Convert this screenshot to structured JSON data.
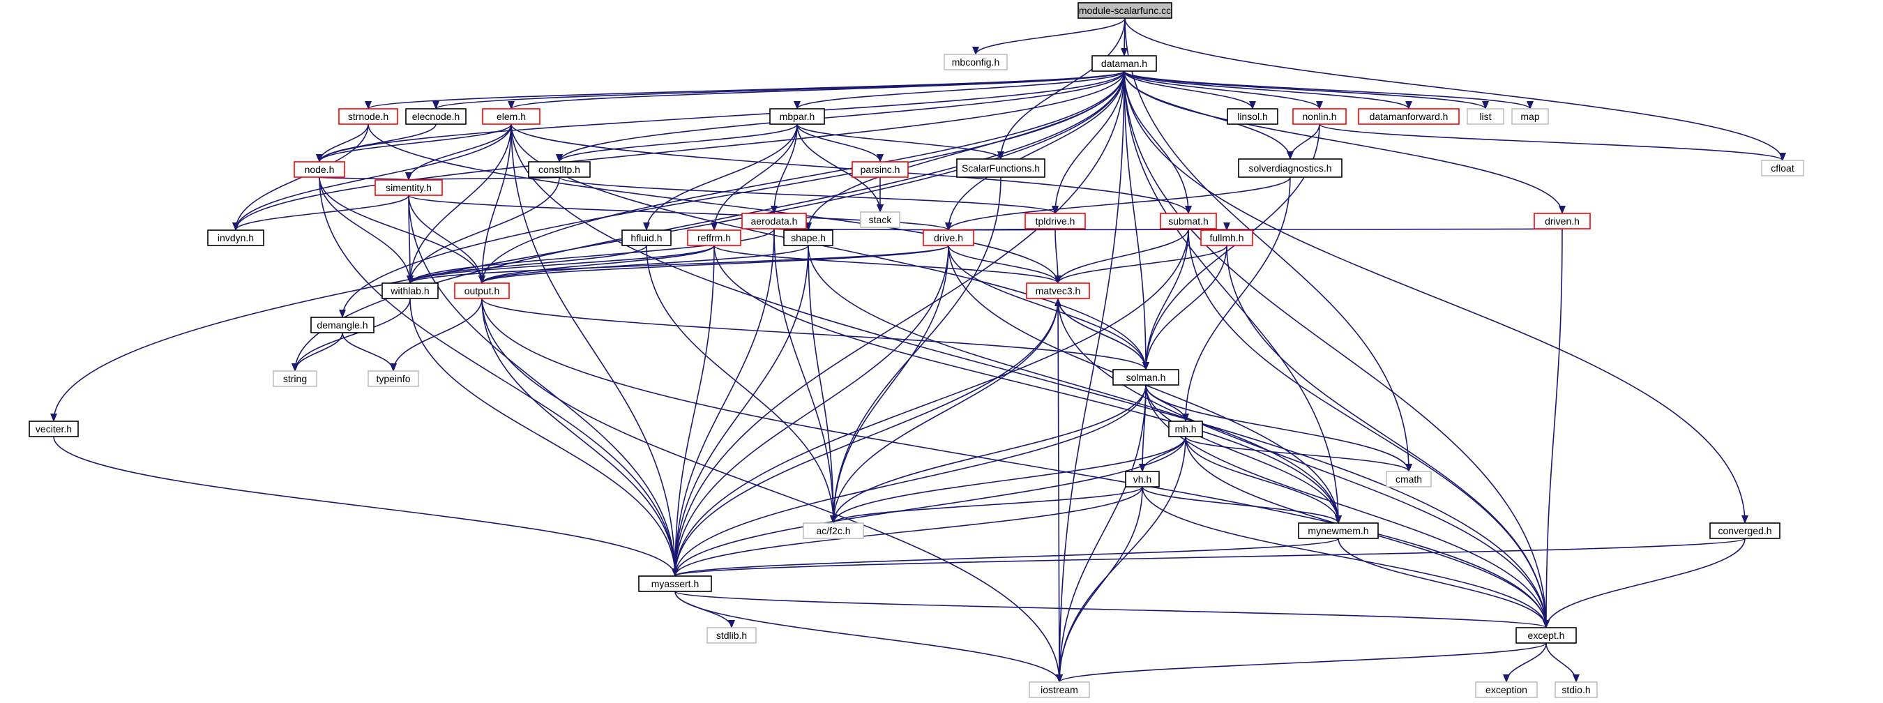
{
  "graph": {
    "colors": {
      "edge": "#191970",
      "node_fill": "#ffffff",
      "root_fill": "#bfbfbf",
      "border_normal": "#000000",
      "border_truncated": "#ff0000",
      "border_external": "#bfbfbf",
      "text": "#000000"
    },
    "nodes": [
      {
        "id": "n_module",
        "label": "module-scalarfunc.cc",
        "style": "root"
      },
      {
        "id": "n_mbconfig",
        "label": "mbconfig.h",
        "style": "external"
      },
      {
        "id": "n_dataman",
        "label": "dataman.h",
        "style": "normal"
      },
      {
        "id": "n_strnode",
        "label": "strnode.h",
        "style": "truncated"
      },
      {
        "id": "n_elecnode",
        "label": "elecnode.h",
        "style": "normal"
      },
      {
        "id": "n_elem",
        "label": "elem.h",
        "style": "truncated"
      },
      {
        "id": "n_mbpar",
        "label": "mbpar.h",
        "style": "normal"
      },
      {
        "id": "n_linsol",
        "label": "linsol.h",
        "style": "normal"
      },
      {
        "id": "n_nonlin",
        "label": "nonlin.h",
        "style": "truncated"
      },
      {
        "id": "n_datamanforward",
        "label": "datamanforward.h",
        "style": "truncated"
      },
      {
        "id": "n_list",
        "label": "list",
        "style": "external"
      },
      {
        "id": "n_map",
        "label": "map",
        "style": "external"
      },
      {
        "id": "n_cfloat",
        "label": "cfloat",
        "style": "external"
      },
      {
        "id": "n_node",
        "label": "node.h",
        "style": "truncated"
      },
      {
        "id": "n_constltp",
        "label": "constltp.h",
        "style": "normal"
      },
      {
        "id": "n_parsinc",
        "label": "parsinc.h",
        "style": "truncated"
      },
      {
        "id": "n_scalarfunctions",
        "label": "ScalarFunctions.h",
        "style": "normal"
      },
      {
        "id": "n_solverdiag",
        "label": "solverdiagnostics.h",
        "style": "normal"
      },
      {
        "id": "n_stack",
        "label": "stack",
        "style": "external"
      },
      {
        "id": "n_simentity",
        "label": "simentity.h",
        "style": "truncated"
      },
      {
        "id": "n_aerodata",
        "label": "aerodata.h",
        "style": "truncated"
      },
      {
        "id": "n_tpldrive",
        "label": "tpldrive.h",
        "style": "truncated"
      },
      {
        "id": "n_submat",
        "label": "submat.h",
        "style": "truncated"
      },
      {
        "id": "n_driven",
        "label": "driven.h",
        "style": "truncated"
      },
      {
        "id": "n_invdyn",
        "label": "invdyn.h",
        "style": "normal"
      },
      {
        "id": "n_hfluid",
        "label": "hfluid.h",
        "style": "normal"
      },
      {
        "id": "n_reffrm",
        "label": "reffrm.h",
        "style": "truncated"
      },
      {
        "id": "n_shape",
        "label": "shape.h",
        "style": "normal"
      },
      {
        "id": "n_drive",
        "label": "drive.h",
        "style": "truncated"
      },
      {
        "id": "n_fullmh",
        "label": "fullmh.h",
        "style": "truncated"
      },
      {
        "id": "n_demangle",
        "label": "demangle.h",
        "style": "normal"
      },
      {
        "id": "n_withlab",
        "label": "withlab.h",
        "style": "normal"
      },
      {
        "id": "n_output",
        "label": "output.h",
        "style": "truncated"
      },
      {
        "id": "n_matvec3",
        "label": "matvec3.h",
        "style": "truncated"
      },
      {
        "id": "n_string",
        "label": "string",
        "style": "external"
      },
      {
        "id": "n_typeinfo",
        "label": "typeinfo",
        "style": "external"
      },
      {
        "id": "n_solman",
        "label": "solman.h",
        "style": "normal"
      },
      {
        "id": "n_veciter",
        "label": "veciter.h",
        "style": "normal"
      },
      {
        "id": "n_mh",
        "label": "mh.h",
        "style": "normal"
      },
      {
        "id": "n_cmath",
        "label": "cmath",
        "style": "external"
      },
      {
        "id": "n_vh",
        "label": "vh.h",
        "style": "normal"
      },
      {
        "id": "n_acf2c",
        "label": "ac/f2c.h",
        "style": "external"
      },
      {
        "id": "n_mynewmem",
        "label": "mynewmem.h",
        "style": "normal"
      },
      {
        "id": "n_converged",
        "label": "converged.h",
        "style": "normal"
      },
      {
        "id": "n_myassert",
        "label": "myassert.h",
        "style": "normal"
      },
      {
        "id": "n_stdlib",
        "label": "stdlib.h",
        "style": "external"
      },
      {
        "id": "n_except",
        "label": "except.h",
        "style": "normal"
      },
      {
        "id": "n_iostream",
        "label": "iostream",
        "style": "external"
      },
      {
        "id": "n_exception",
        "label": "exception",
        "style": "external"
      },
      {
        "id": "n_stdio",
        "label": "stdio.h",
        "style": "external"
      }
    ],
    "edges": [
      [
        "n_module",
        "n_mbconfig"
      ],
      [
        "n_module",
        "n_dataman"
      ],
      [
        "n_module",
        "n_scalarfunctions"
      ],
      [
        "n_module",
        "n_cfloat"
      ],
      [
        "n_module",
        "n_cmath"
      ],
      [
        "n_dataman",
        "n_strnode"
      ],
      [
        "n_dataman",
        "n_elecnode"
      ],
      [
        "n_dataman",
        "n_elem"
      ],
      [
        "n_dataman",
        "n_mbpar"
      ],
      [
        "n_dataman",
        "n_linsol"
      ],
      [
        "n_dataman",
        "n_nonlin"
      ],
      [
        "n_dataman",
        "n_datamanforward"
      ],
      [
        "n_dataman",
        "n_list"
      ],
      [
        "n_dataman",
        "n_map"
      ],
      [
        "n_dataman",
        "n_node"
      ],
      [
        "n_dataman",
        "n_constltp"
      ],
      [
        "n_dataman",
        "n_solverdiag"
      ],
      [
        "n_dataman",
        "n_tpldrive"
      ],
      [
        "n_dataman",
        "n_submat"
      ],
      [
        "n_dataman",
        "n_driven"
      ],
      [
        "n_dataman",
        "n_invdyn"
      ],
      [
        "n_dataman",
        "n_shape"
      ],
      [
        "n_dataman",
        "n_drive"
      ],
      [
        "n_dataman",
        "n_demangle"
      ],
      [
        "n_dataman",
        "n_output"
      ],
      [
        "n_dataman",
        "n_string"
      ],
      [
        "n_dataman",
        "n_solman"
      ],
      [
        "n_dataman",
        "n_veciter"
      ],
      [
        "n_dataman",
        "n_mynewmem"
      ],
      [
        "n_dataman",
        "n_converged"
      ],
      [
        "n_dataman",
        "n_myassert"
      ],
      [
        "n_dataman",
        "n_except"
      ],
      [
        "n_dataman",
        "n_iostream"
      ],
      [
        "n_strnode",
        "n_node"
      ],
      [
        "n_strnode",
        "n_invdyn"
      ],
      [
        "n_strnode",
        "n_matvec3"
      ],
      [
        "n_elecnode",
        "n_node"
      ],
      [
        "n_elem",
        "n_node"
      ],
      [
        "n_elem",
        "n_simentity"
      ],
      [
        "n_elem",
        "n_invdyn"
      ],
      [
        "n_elem",
        "n_withlab"
      ],
      [
        "n_elem",
        "n_output"
      ],
      [
        "n_elem",
        "n_myassert"
      ],
      [
        "n_elem",
        "n_solman"
      ],
      [
        "n_elem",
        "n_submat"
      ],
      [
        "n_elem",
        "n_except"
      ],
      [
        "n_mbpar",
        "n_constltp"
      ],
      [
        "n_mbpar",
        "n_parsinc"
      ],
      [
        "n_mbpar",
        "n_scalarfunctions"
      ],
      [
        "n_mbpar",
        "n_stack"
      ],
      [
        "n_mbpar",
        "n_aerodata"
      ],
      [
        "n_mbpar",
        "n_hfluid"
      ],
      [
        "n_mbpar",
        "n_reffrm"
      ],
      [
        "n_nonlin",
        "n_solverdiag"
      ],
      [
        "n_nonlin",
        "n_cfloat"
      ],
      [
        "n_nonlin",
        "n_solman"
      ],
      [
        "n_node",
        "n_simentity"
      ],
      [
        "n_node",
        "n_withlab"
      ],
      [
        "n_node",
        "n_output"
      ],
      [
        "n_node",
        "n_myassert"
      ],
      [
        "n_constltp",
        "n_simentity"
      ],
      [
        "n_constltp",
        "n_withlab"
      ],
      [
        "n_constltp",
        "n_tpldrive"
      ],
      [
        "n_parsinc",
        "n_stack"
      ],
      [
        "n_scalarfunctions",
        "n_acf2c"
      ],
      [
        "n_solverdiag",
        "n_drive"
      ],
      [
        "n_solverdiag",
        "n_mh"
      ],
      [
        "n_simentity",
        "n_invdyn"
      ],
      [
        "n_simentity",
        "n_withlab"
      ],
      [
        "n_simentity",
        "n_output"
      ],
      [
        "n_simentity",
        "n_myassert"
      ],
      [
        "n_simentity",
        "n_drive"
      ],
      [
        "n_aerodata",
        "n_shape"
      ],
      [
        "n_aerodata",
        "n_drive"
      ],
      [
        "n_aerodata",
        "n_withlab"
      ],
      [
        "n_aerodata",
        "n_myassert"
      ],
      [
        "n_aerodata",
        "n_acf2c"
      ],
      [
        "n_tpldrive",
        "n_drive"
      ],
      [
        "n_tpldrive",
        "n_matvec3"
      ],
      [
        "n_submat",
        "n_fullmh"
      ],
      [
        "n_submat",
        "n_matvec3"
      ],
      [
        "n_submat",
        "n_solman"
      ],
      [
        "n_submat",
        "n_except"
      ],
      [
        "n_submat",
        "n_myassert"
      ],
      [
        "n_driven",
        "n_drive"
      ],
      [
        "n_driven",
        "n_except"
      ],
      [
        "n_hfluid",
        "n_withlab"
      ],
      [
        "n_hfluid",
        "n_acf2c"
      ],
      [
        "n_reffrm",
        "n_withlab"
      ],
      [
        "n_reffrm",
        "n_output"
      ],
      [
        "n_reffrm",
        "n_matvec3"
      ],
      [
        "n_reffrm",
        "n_myassert"
      ],
      [
        "n_reffrm",
        "n_mynewmem"
      ],
      [
        "n_shape",
        "n_output"
      ],
      [
        "n_shape",
        "n_myassert"
      ],
      [
        "n_shape",
        "n_mynewmem"
      ],
      [
        "n_shape",
        "n_acf2c"
      ],
      [
        "n_drive",
        "n_withlab"
      ],
      [
        "n_drive",
        "n_output"
      ],
      [
        "n_drive",
        "n_solman"
      ],
      [
        "n_drive",
        "n_myassert"
      ],
      [
        "n_drive",
        "n_acf2c"
      ],
      [
        "n_drive",
        "n_mynewmem"
      ],
      [
        "n_drive",
        "n_matvec3"
      ],
      [
        "n_fullmh",
        "n_matvec3"
      ],
      [
        "n_fullmh",
        "n_solman"
      ],
      [
        "n_fullmh",
        "n_except"
      ],
      [
        "n_demangle",
        "n_string"
      ],
      [
        "n_demangle",
        "n_typeinfo"
      ],
      [
        "n_withlab",
        "n_string"
      ],
      [
        "n_withlab",
        "n_myassert"
      ],
      [
        "n_output",
        "n_typeinfo"
      ],
      [
        "n_output",
        "n_solman"
      ],
      [
        "n_output",
        "n_myassert"
      ],
      [
        "n_output",
        "n_iostream"
      ],
      [
        "n_output",
        "n_except"
      ],
      [
        "n_matvec3",
        "n_solman"
      ],
      [
        "n_matvec3",
        "n_acf2c"
      ],
      [
        "n_matvec3",
        "n_myassert"
      ],
      [
        "n_matvec3",
        "n_iostream"
      ],
      [
        "n_matvec3",
        "n_except"
      ],
      [
        "n_solman",
        "n_matvec3"
      ],
      [
        "n_solman",
        "n_mh"
      ],
      [
        "n_solman",
        "n_vh"
      ],
      [
        "n_solman",
        "n_cmath"
      ],
      [
        "n_solman",
        "n_acf2c"
      ],
      [
        "n_solman",
        "n_mynewmem"
      ],
      [
        "n_solman",
        "n_myassert"
      ],
      [
        "n_solman",
        "n_except"
      ],
      [
        "n_solman",
        "n_iostream"
      ],
      [
        "n_veciter",
        "n_myassert"
      ],
      [
        "n_mh",
        "n_vh"
      ],
      [
        "n_mh",
        "n_cmath"
      ],
      [
        "n_mh",
        "n_acf2c"
      ],
      [
        "n_mh",
        "n_mynewmem"
      ],
      [
        "n_mh",
        "n_myassert"
      ],
      [
        "n_mh",
        "n_except"
      ],
      [
        "n_mh",
        "n_iostream"
      ],
      [
        "n_vh",
        "n_acf2c"
      ],
      [
        "n_vh",
        "n_mynewmem"
      ],
      [
        "n_vh",
        "n_myassert"
      ],
      [
        "n_vh",
        "n_except"
      ],
      [
        "n_vh",
        "n_iostream"
      ],
      [
        "n_mynewmem",
        "n_myassert"
      ],
      [
        "n_mynewmem",
        "n_except"
      ],
      [
        "n_converged",
        "n_myassert"
      ],
      [
        "n_converged",
        "n_except"
      ],
      [
        "n_myassert",
        "n_stdlib"
      ],
      [
        "n_myassert",
        "n_except"
      ],
      [
        "n_myassert",
        "n_iostream"
      ],
      [
        "n_except",
        "n_iostream"
      ],
      [
        "n_except",
        "n_exception"
      ],
      [
        "n_except",
        "n_stdio"
      ]
    ]
  }
}
